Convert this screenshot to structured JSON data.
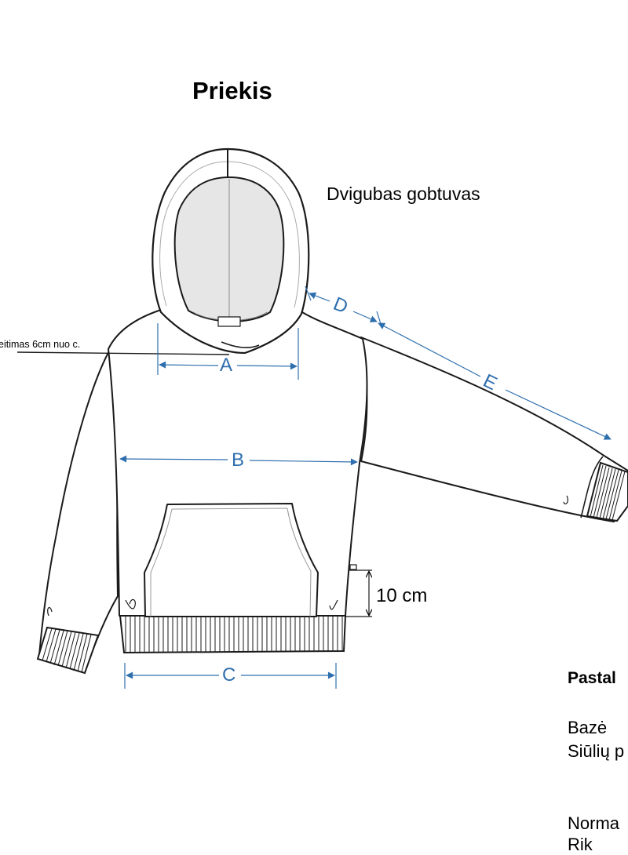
{
  "title": "Priekis",
  "hood_note": "Dvigubas gobtuvas",
  "side_note": "eitimas 6cm nuo c.",
  "dimensions": {
    "a": "A",
    "b": "B",
    "c": "C",
    "d": "D",
    "e": "E",
    "pocket_height": "10 cm"
  },
  "notes": {
    "title": "Pastal",
    "line1": "Bazė",
    "line2": "Siūlių p",
    "line3": "Norma",
    "line4": "Rik"
  },
  "colors": {
    "dimension": "#2f6fae",
    "outline": "#1a1a1a",
    "hood_lining": "#e6e6e6"
  }
}
